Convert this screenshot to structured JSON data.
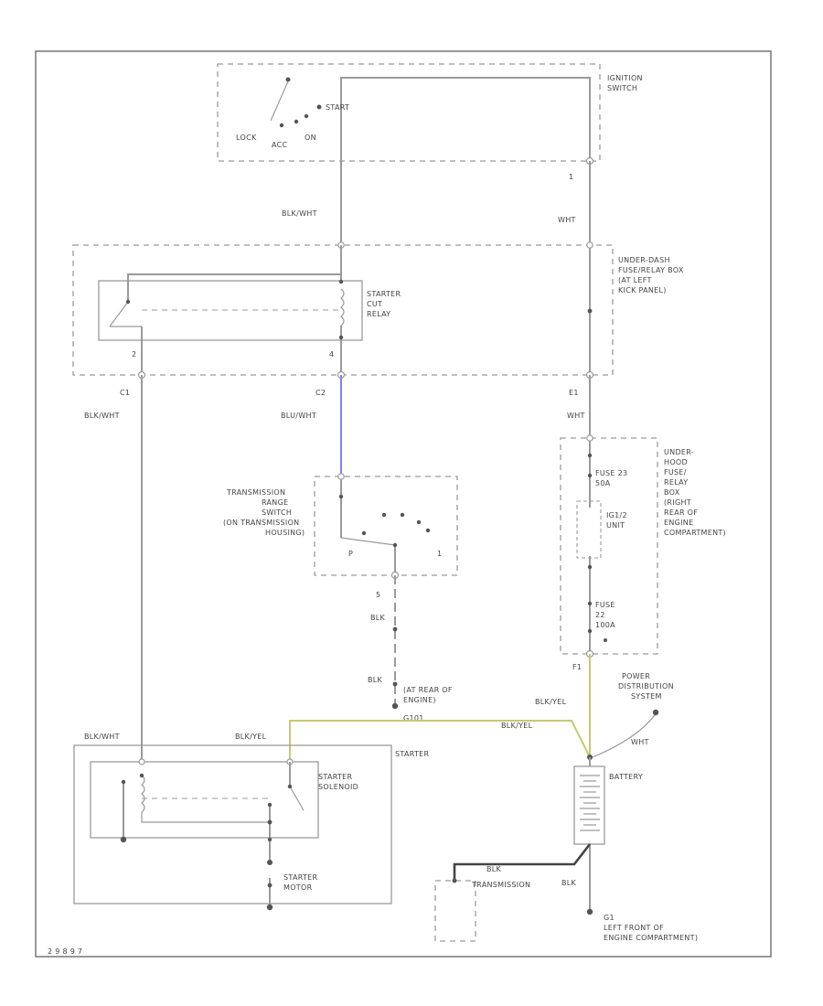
{
  "components": {
    "ignition_switch": {
      "label_lines": [
        "IGNITION",
        "SWITCH"
      ],
      "positions": [
        "LOCK",
        "ACC",
        "ON",
        "START"
      ]
    },
    "underdash_box": {
      "label_lines": [
        "UNDER-DASH",
        "FUSE/RELAY BOX",
        "(AT LEFT",
        "KICK PANEL)"
      ]
    },
    "starter_cut_relay": {
      "label_lines": [
        "STARTER",
        "CUT",
        "RELAY"
      ]
    },
    "transmission_range_switch": {
      "label_lines": [
        "TRANSMISSION",
        "RANGE",
        "SWITCH",
        "(ON TRANSMISSION",
        "HOUSING)"
      ],
      "positions": [
        "P",
        "1"
      ]
    },
    "underhood_box": {
      "label_lines": [
        "UNDER-",
        "HOOD",
        "FUSE/",
        "RELAY",
        "BOX",
        "(RIGHT",
        "REAR OF",
        "ENGINE",
        "COMPARTMENT)"
      ]
    },
    "fuse_23": {
      "label_lines": [
        "FUSE 23",
        "50A"
      ]
    },
    "ig1_unit": {
      "label_lines": [
        "IG1/2",
        "UNIT"
      ]
    },
    "fuse_22": {
      "label_lines": [
        "FUSE",
        "22",
        "100A"
      ]
    },
    "power_distribution": {
      "label_lines": [
        "POWER",
        "DISTRIBUTION",
        "SYSTEM"
      ]
    },
    "starter": {
      "label": "STARTER"
    },
    "starter_solenoid": {
      "label_lines": [
        "STARTER",
        "SOLENOID"
      ]
    },
    "starter_motor": {
      "label_lines": [
        "STARTER",
        "MOTOR"
      ]
    },
    "battery": {
      "label": "BATTERY"
    },
    "transmission": {
      "label": "TRANSMISSION"
    },
    "ground_g101": {
      "label_lines": [
        "G101",
        "(AT REAR OF",
        "ENGINE)"
      ]
    },
    "ground_g1": {
      "label_lines": [
        "G1",
        "LEFT FRONT OF",
        "ENGINE COMPARTMENT)"
      ]
    }
  },
  "wires": {
    "blk_wht_1": "BLK/WHT",
    "wht_1": "WHT",
    "blk_wht_2": "BLK/WHT",
    "blu_wht": "BLU/WHT",
    "wht_2": "WHT",
    "blk_1": "BLK",
    "blk_2": "BLK",
    "blk_yel_1": "BLK/YEL",
    "blk_yel_2": "BLK/YEL",
    "blk_yel_3": "BLK/YEL",
    "blk_wht_3": "BLK/WHT",
    "wht_3": "WHT",
    "blk_3": "BLK",
    "blk_4": "BLK"
  },
  "connectors": {
    "ig_1": "1",
    "c1": "C1",
    "c2": "C2",
    "e1": "E1",
    "pin_2": "2",
    "pin_4": "4",
    "pin_5": "5",
    "f1": "F1"
  },
  "colors": {
    "wire_gray": "#9a9a9a",
    "wire_blu_wht": "#8080ff",
    "wire_blk_yel": "#c8c870"
  },
  "footer": {
    "code": "2 9 8 9 7"
  }
}
